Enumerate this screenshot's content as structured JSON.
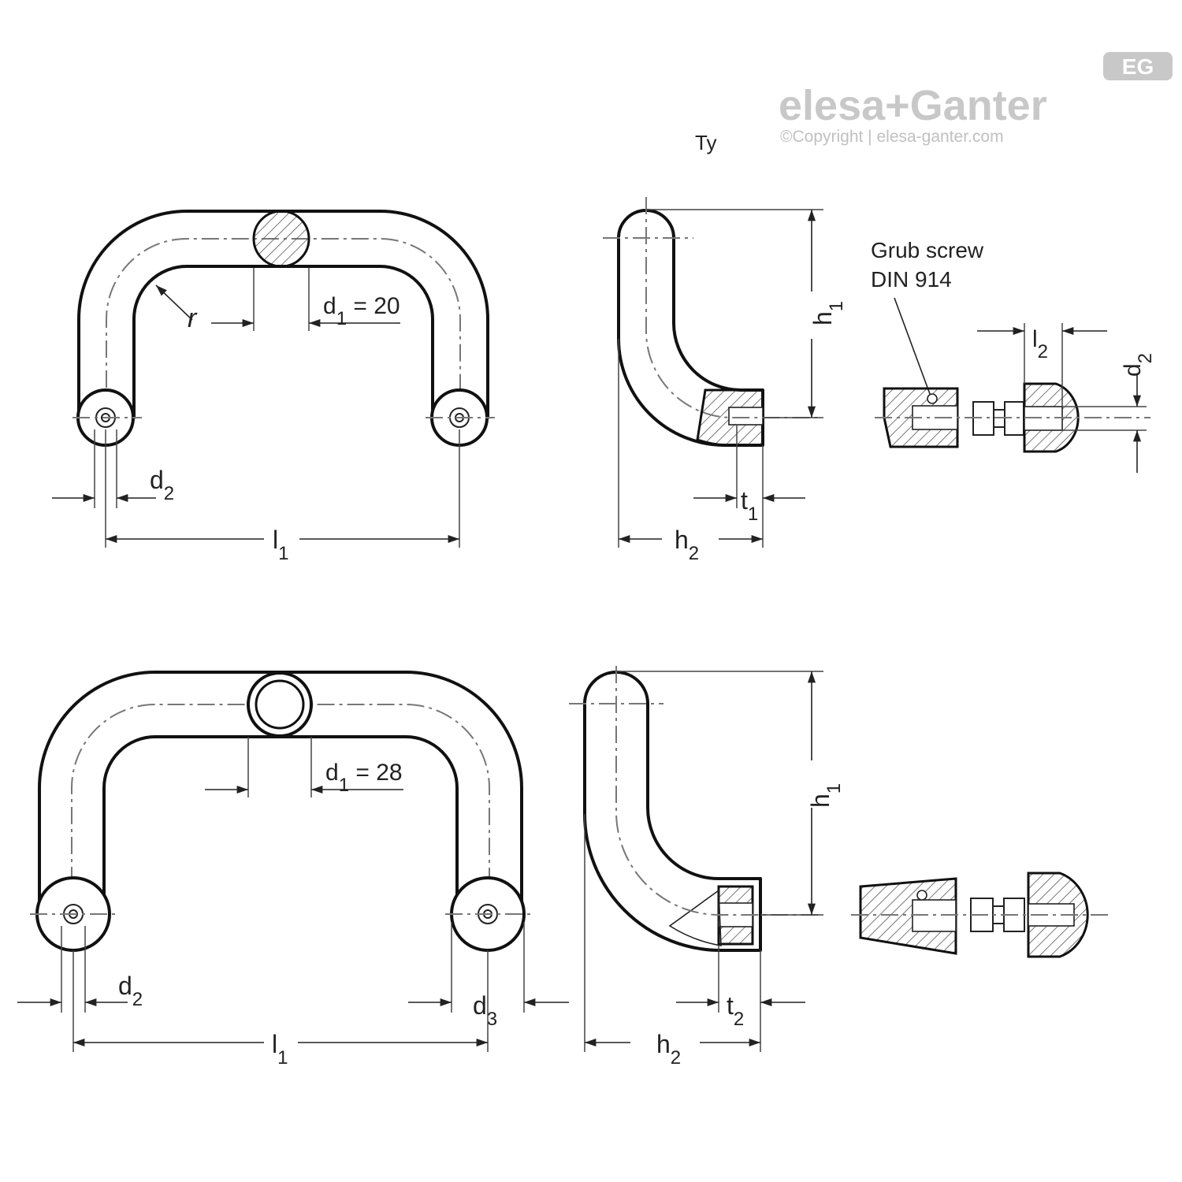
{
  "logo": {
    "brand": "elesa+Ganter",
    "badge": "EG",
    "copyright": "©Copyright | elesa-ganter.com",
    "color": "#c8c8c8"
  },
  "header": {
    "fragment": "Ty"
  },
  "labels": {
    "grub_screw_line1": "Grub screw",
    "grub_screw_line2": "DIN 914"
  },
  "top_view": {
    "d1": "d1 = 20",
    "r": "r",
    "d2": "d2",
    "l1": "l1"
  },
  "top_side": {
    "h1": "h1",
    "h2": "h2",
    "t1": "t1"
  },
  "detail": {
    "l2": "l2",
    "d2": "d2"
  },
  "bottom_view": {
    "d1": "d1 = 28",
    "d2": "d2",
    "d3": "d3",
    "l1": "l1"
  },
  "bottom_side": {
    "h1": "h1",
    "h2": "h2",
    "t2": "t2"
  }
}
